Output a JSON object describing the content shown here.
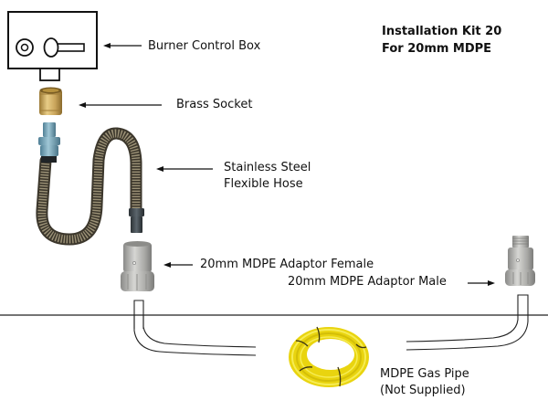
{
  "title": {
    "line1": "Installation Kit 20",
    "line2": "For 20mm MDPE"
  },
  "components": {
    "burner_control_box": {
      "label": "Burner Control Box",
      "icon": "burner-control-box-icon"
    },
    "brass_socket": {
      "label": "Brass Socket",
      "color": "#c9a45a"
    },
    "flexible_hose": {
      "label_line1": "Stainless Steel",
      "label_line2": "Flexible Hose",
      "color": "#6b6250"
    },
    "adaptor_female": {
      "label": "20mm MDPE Adaptor Female",
      "color": "#a9a9a6"
    },
    "adaptor_male": {
      "label": "20mm MDPE Adaptor Male",
      "color": "#a9a9a6"
    },
    "gas_pipe": {
      "label_line1": "MDPE Gas Pipe",
      "label_line2": "(Not Supplied)",
      "color": "#f2e21a"
    }
  },
  "ground_line": {
    "color": "#222222"
  }
}
